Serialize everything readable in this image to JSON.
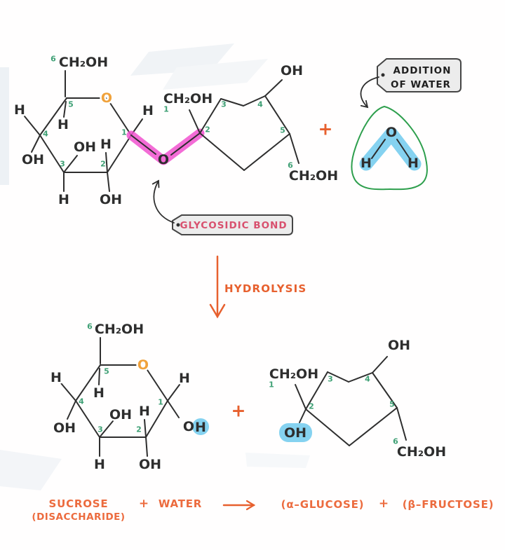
{
  "title": "Sucrose hydrolysis diagram",
  "colors": {
    "ink": "#2E2E2E",
    "process_orange": "#E7602E",
    "equation_orange": "#EC6B3E",
    "carbon_number_green": "#3FA075",
    "ring_oxygen_orange": "#F0A23C",
    "glycosidic_highlight_magenta": "#F152CF",
    "water_highlight_blue": "#85D2F0",
    "water_outline_green": "#2E9F4D",
    "glycosidic_label_pink": "#D8506E",
    "callout_box_gray": "#ECECEC"
  },
  "a": {
    "H": "H",
    "O": "O",
    "OH": "OH",
    "CH2OH": "CH₂OH",
    "n1": "1",
    "n2": "2",
    "n3": "3",
    "n4": "4",
    "n5": "5",
    "n6": "6",
    "plus": "+"
  },
  "callouts": {
    "addition_line1": "ADDITION",
    "addition_line2": "OF WATER",
    "glycosidic": "GLYCOSIDIC BOND"
  },
  "process": {
    "hydrolysis": "HYDROLYSIS"
  },
  "equation": {
    "reactant1": "SUCROSE",
    "reactant1_sub": "(DISACCHARIDE)",
    "plus1": "+",
    "reactant2": "WATER",
    "product1": "(α–GLUCOSE)",
    "plus2": "+",
    "product2": "(β–FRUCTOSE)"
  }
}
